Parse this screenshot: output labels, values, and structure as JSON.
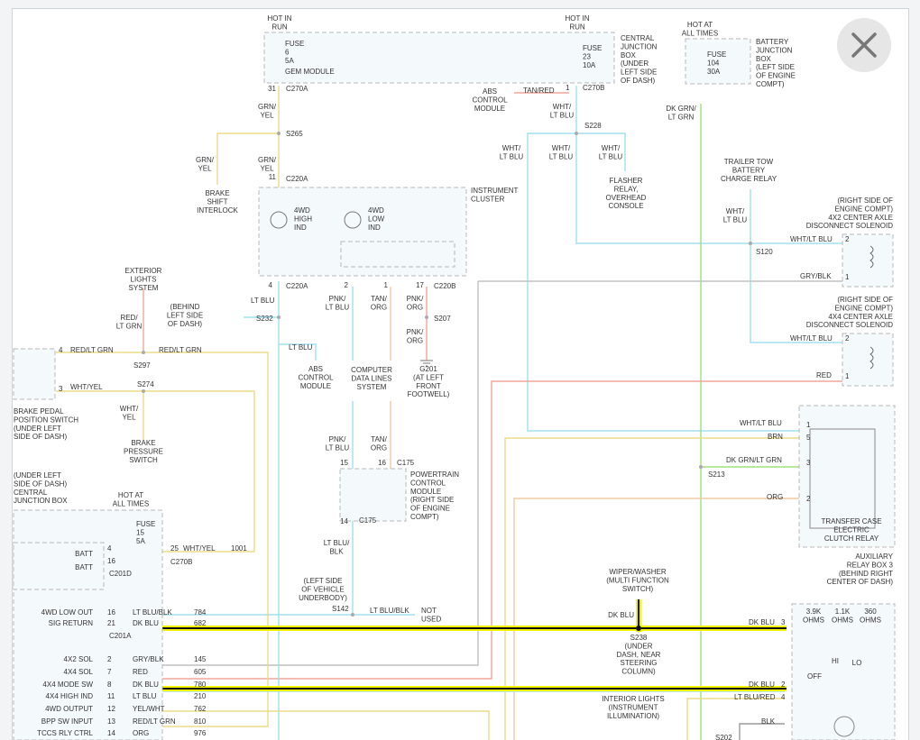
{
  "close_icon": "close-icon",
  "colors": {
    "wire_green": "#9fe07a",
    "wire_lt_blue": "#9fe0f0",
    "wire_red": "#f2a69a",
    "wire_tan": "#f0c9a0",
    "wire_yellow": "#ecdc8a",
    "wire_gray": "#c0c0c0",
    "highlight": "#f3f300"
  },
  "diagram": {
    "hot_in_run_1": "HOT IN\nRUN",
    "hot_in_run_2": "HOT IN\nRUN",
    "hot_at_all_times_1": "HOT AT\nALL TIMES",
    "hot_at_all_times_2": "HOT AT\nALL TIMES",
    "fuse_6": "FUSE\n6\n5A",
    "fuse_23": "FUSE\n23\n10A",
    "fuse_104": "FUSE\n104\n30A",
    "fuse_15": "FUSE\n15\n5A",
    "gem_module": "GEM MODULE",
    "central_junction_box": "CENTRAL\nJUNCTION\nBOX\n(UNDER\nLEFT SIDE\nOF DASH)",
    "battery_junction_box": "BATTERY\nJUNCTION\nBOX\n(LEFT SIDE\nOF ENGINE\nCOMPT)",
    "pin_31": "31",
    "c270a": "C270A",
    "pin_1_c270b": "1",
    "c270b": "C270B",
    "abs_control_module_top": "ABS\nCONTROL\nMODULE",
    "tan_red": "TAN/RED",
    "grn_yel_1": "GRN/\nYEL",
    "grn_yel_2": "GRN/\nYEL",
    "grn_yel_3": "GRN/\nYEL",
    "s265": "S265",
    "pin_11": "11",
    "c220a_top": "C220A",
    "brake_shift_interlock": "BRAKE\nSHIFT\nINTERLOCK",
    "wht_lt_blu_1": "WHT/\nLT BLU",
    "wht_lt_blu_2": "WHT/\nLT BLU",
    "wht_lt_blu_3": "WHT/\nLT BLU",
    "wht_lt_blu_4": "WHT/\nLT BLU",
    "wht_lt_blu_5": "WHT/\nLT BLU",
    "s228": "S228",
    "dk_grn_lt_grn": "DK GRN/\nLT GRN",
    "flasher_relay": "FLASHER\nRELAY,\nOVERHEAD\nCONSOLE",
    "trailer_tow": "TRAILER TOW\nBATTERY\nCHARGE RELAY",
    "instrument_cluster": "INSTRUMENT\nCLUSTER",
    "ind_4wd_high": "4WD\nHIGH\nIND",
    "ind_4wd_low": "4WD\nLOW\nIND",
    "right_4x2": "(RIGHT SIDE OF\nENGINE COMPT)\n4X2 CENTER AXLE\nDISCONNECT SOLENOID",
    "right_4x4": "(RIGHT SIDE OF\nENGINE COMPT)\n4X4 CENTER AXLE\nDISCONNECT SOLENOID",
    "wht_lt_blu_s1": "WHT/LT BLU",
    "wht_lt_blu_s2": "WHT/LT BLU",
    "wht_lt_blu_s3": "WHT/LT BLU",
    "s120": "S120",
    "gry_blk": "GRY/BLK",
    "red_wire": "RED",
    "pin_2a": "2",
    "pin_1a": "1",
    "pin_2b": "2",
    "pin_1b": "1",
    "exterior_lights": "EXTERIOR\nLIGHTS\nSYSTEM",
    "behind_left": "(BEHIND\nLEFT SIDE\nOF DASH)",
    "red_lt_grn_v": "RED/\nLT GRN",
    "s232": "S232",
    "pin_4a": "4",
    "c220a_mid": "C220A",
    "pin_2c": "2",
    "pin_1c": "1",
    "pin_17": "17",
    "c220b": "C220B",
    "lt_blu_1": "LT BLU",
    "lt_blu_2": "LT BLU",
    "pnk_lt_blu_1": "PNK/\nLT BLU",
    "pnk_lt_blu_2": "PNK/\nLT BLU",
    "tan_org_1": "TAN/\nORG",
    "tan_org_2": "TAN/\nORG",
    "pnk_org_1": "PNK/\nORG",
    "pnk_org_2": "PNK/\nORG",
    "s207": "S207",
    "abs_control_module_mid": "ABS\nCONTROL\nMODULE",
    "computer_data_lines": "COMPUTER\nDATA LINES\nSYSTEM",
    "g201": "G201\n(AT LEFT\nFRONT\nFOOTWELL)",
    "pin_4b": "4",
    "red_lt_grn_1": "RED/LT GRN",
    "red_lt_grn_2": "RED/LT GRN",
    "s297": "S297",
    "pin_3a": "3",
    "wht_yel_1": "WHT/YEL",
    "s274": "S274",
    "wht_yel_v": "WHT/\nYEL",
    "brake_pedal_switch": "BRAKE PEDAL\nPOSITION SWITCH\n(UNDER LEFT\nSIDE OF DASH)",
    "brake_pressure_switch": "BRAKE\nPRESSURE\nSWITCH",
    "pin_15": "15",
    "pin_16a": "16",
    "c175_top": "C175",
    "pcm": "POWERTRAIN\nCONTROL\nMODULE\n(RIGHT SIDE\nOF ENGINE\nCOMPT)",
    "pin_14a": "14",
    "c175_bot": "C175",
    "lt_blu_blk_v": "LT BLU/\nBLK",
    "left_side_vehicle": "(LEFT SIDE\nOF VEHICLE\nUNDERBODY)",
    "s142": "S142",
    "lt_blu_blk_h": "LT BLU/BLK",
    "not_used": "NOT\nUSED",
    "left_cjb": "(UNDER LEFT\nSIDE OF DASH)\nCENTRAL\nJUNCTION BOX",
    "batt_1": "BATT",
    "batt_2": "BATT",
    "pin_4c": "4",
    "pin_16b": "16",
    "c201d": "C201D",
    "pin_25": "25",
    "wht_yel_2": "WHT/YEL",
    "c270b_bot": "C270B",
    "num_1001": "1001",
    "wht_lt_blu_t1": "WHT/LT BLU",
    "brn": "BRN",
    "dk_grn_lt_grn_h": "DK GRN/LT GRN",
    "s213": "S213",
    "org": "ORG",
    "pin_t1": "1",
    "pin_t5": "5",
    "pin_t3": "3",
    "pin_t2": "2",
    "transfer_case_relay": "TRANSFER CASE\nELECTRIC\nCLUTCH RELAY",
    "aux_relay_box": "AUXILIARY\nRELAY BOX 3\n(BEHIND RIGHT\nCENTER OF DASH)",
    "wiper_washer": "WIPER/WASHER\n(MULTI FUNCTION\nSWITCH)",
    "dk_blu_v": "DK BLU",
    "s238": "S238\n(UNDER\nDASH, NEAR\nSTEERING\nCOLUMN)",
    "ohms": "3.9K\nOHMS",
    "ohms_2": "1.1K\nOHMS",
    "ohms_3": "360\nOHMS",
    "off": "OFF",
    "hi": "HI",
    "lo": "LO",
    "dk_blu_r1": "DK BLU",
    "dk_blu_r2": "DK BLU",
    "pin_r3": "3",
    "pin_r2": "2",
    "pin_r4": "4",
    "interior_lights": "INTERIOR LIGHTS\n(INSTRUMENT\nILLUMINATION)",
    "lt_blu_red": "LT BLU/RED",
    "blk": "BLK",
    "s202": "S202",
    "c201a": "C201A",
    "rows": [
      {
        "label": "4WD LOW OUT",
        "pin": "16",
        "wire": "LT BLU/BLK",
        "circuit": "784"
      },
      {
        "label": "SIG RETURN",
        "pin": "21",
        "wire": "DK BLU",
        "circuit": "682"
      },
      {
        "label": "4X2 SOL",
        "pin": "2",
        "wire": "GRY/BLK",
        "circuit": "145"
      },
      {
        "label": "4X4 SOL",
        "pin": "7",
        "wire": "RED",
        "circuit": "605"
      },
      {
        "label": "4X4 MODE SW",
        "pin": "8",
        "wire": "DK BLU",
        "circuit": "780"
      },
      {
        "label": "4X4 HIGH IND",
        "pin": "11",
        "wire": "LT BLU",
        "circuit": "210"
      },
      {
        "label": "4WD OUTPUT",
        "pin": "12",
        "wire": "YEL/WHT",
        "circuit": "762"
      },
      {
        "label": "BPP SW INPUT",
        "pin": "13",
        "wire": "RED/LT GRN",
        "circuit": "810"
      },
      {
        "label": "TCCS RLY CTRL",
        "pin": "14",
        "wire": "ORG",
        "circuit": "976"
      }
    ]
  }
}
